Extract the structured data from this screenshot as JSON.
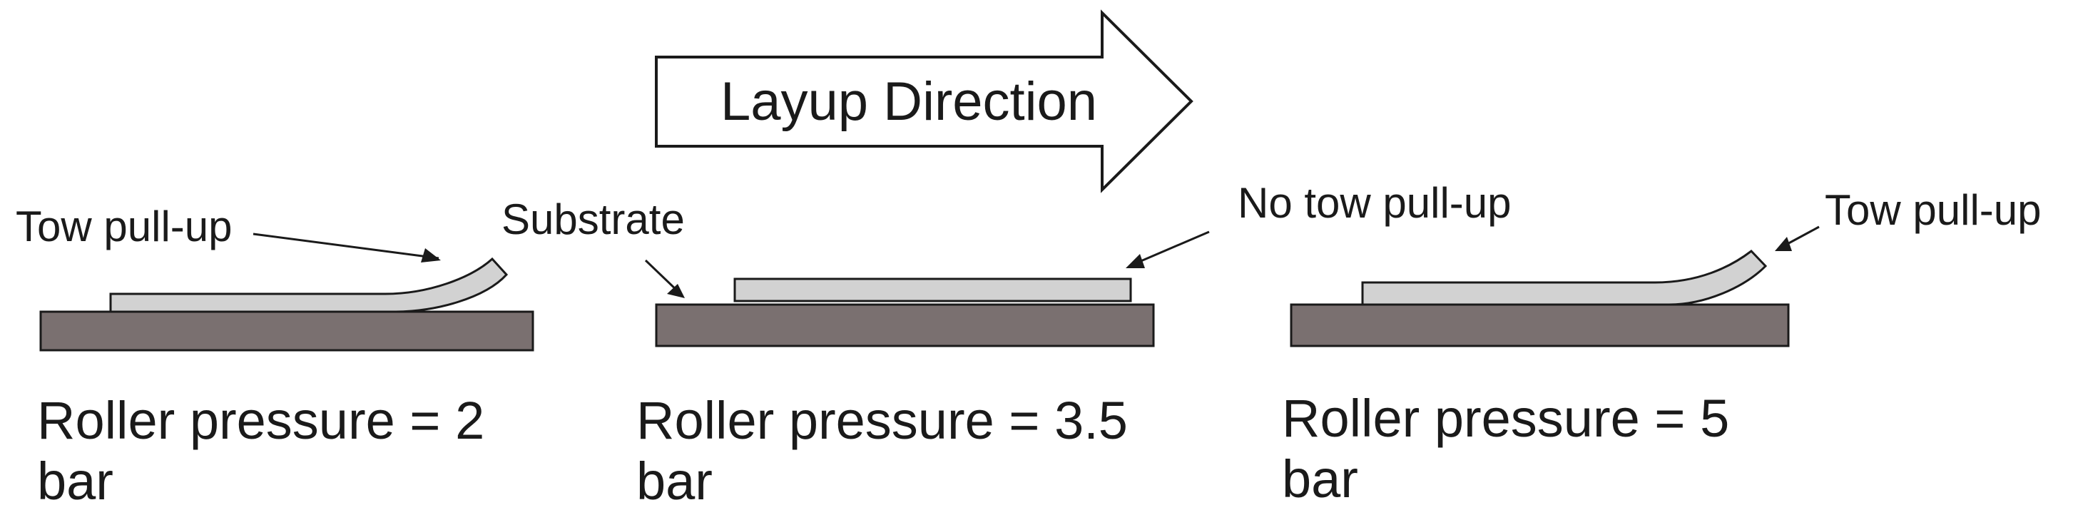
{
  "direction_arrow": {
    "label": "Layup Direction"
  },
  "panels": [
    {
      "callouts": [
        "Tow pull-up"
      ],
      "caption_line1": "Roller pressure = 2",
      "caption_line2": "bar"
    },
    {
      "callouts": [
        "Substrate",
        "No tow pull-up"
      ],
      "caption_line1": "Roller pressure = 3.5",
      "caption_line2": "bar"
    },
    {
      "callouts": [
        "Tow pull-up"
      ],
      "caption_line1": "Roller pressure = 5",
      "caption_line2": "bar"
    }
  ],
  "colors": {
    "substrate_fill": "#7a7070",
    "tow_fill": "#d2d2d2",
    "outline": "#1a1a1a",
    "arrow_fill": "#ffffff"
  }
}
